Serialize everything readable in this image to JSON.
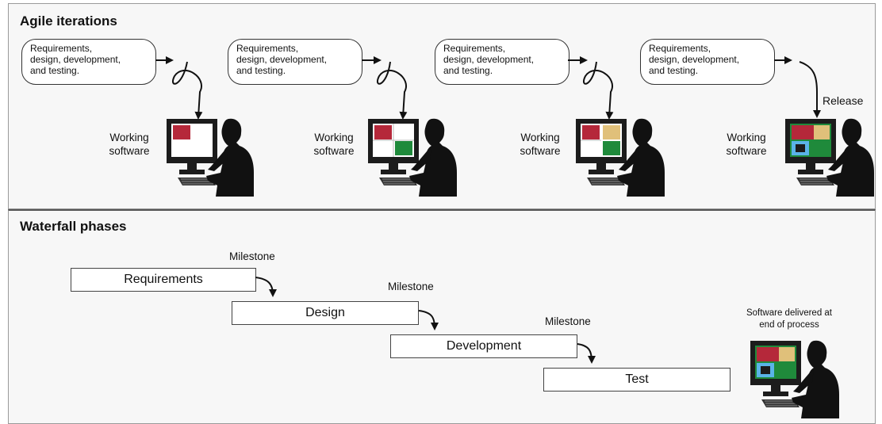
{
  "agile": {
    "title": "Agile iterations",
    "bubble_text_1": "Requirements,\ndesign, development,\nand testing.",
    "bubble_text_2": "Requirements,\ndesign, development,\nand testing.",
    "bubble_text_3": "Requirements,\ndesign, development,\nand testing.",
    "bubble_text_4": "Requirements,\ndesign, development,\nand testing.",
    "working_software": "Working\nsoftware",
    "release": "Release"
  },
  "waterfall": {
    "title": "Waterfall phases",
    "phases": [
      "Requirements",
      "Design",
      "Development",
      "Test"
    ],
    "milestone": "Milestone",
    "delivered": "Software delivered at\nend of process"
  },
  "colors": {
    "red": "#b5283a",
    "tan": "#e0c07a",
    "green": "#1f8a3b",
    "blue": "#5ab4e8",
    "ink": "#111111"
  }
}
